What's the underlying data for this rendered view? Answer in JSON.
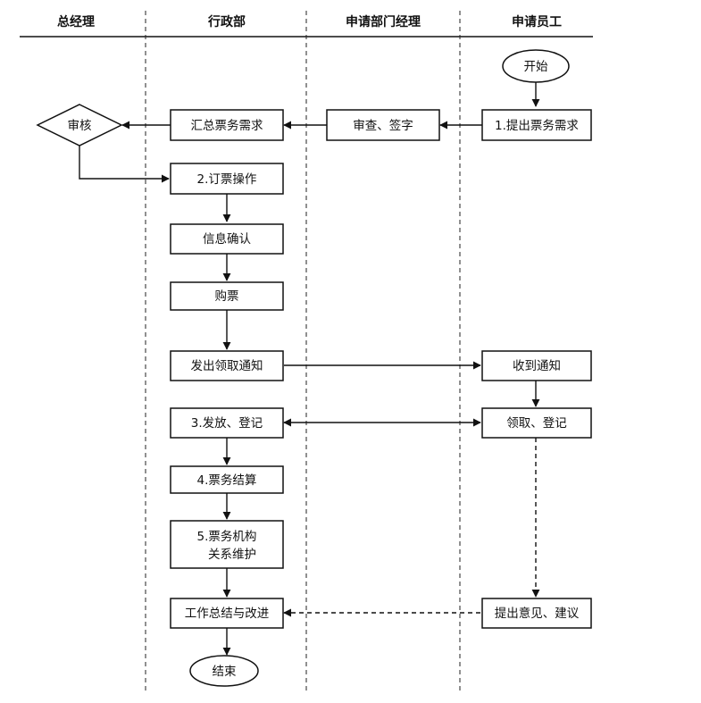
{
  "lanes": [
    {
      "id": "gm",
      "label": "总经理"
    },
    {
      "id": "admin",
      "label": "行政部"
    },
    {
      "id": "dept",
      "label": "申请部门经理"
    },
    {
      "id": "emp",
      "label": "申请员工"
    }
  ],
  "nodes": {
    "start": "开始",
    "request": "1.提出票务需求",
    "review_sign": "审查、签字",
    "summarize": "汇总票务需求",
    "approve": "审核",
    "booking": "2.订票操作",
    "confirm": "信息确认",
    "purchase": "购票",
    "notify": "发出领取通知",
    "receive_notice": "收到通知",
    "distribute": "3.发放、登记",
    "collect": "领取、登记",
    "settle": "4.票务结算",
    "relations_1": "5.票务机构",
    "relations_2": "关系维护",
    "summary": "工作总结与改进",
    "feedback": "提出意见、建议",
    "end": "结束"
  }
}
